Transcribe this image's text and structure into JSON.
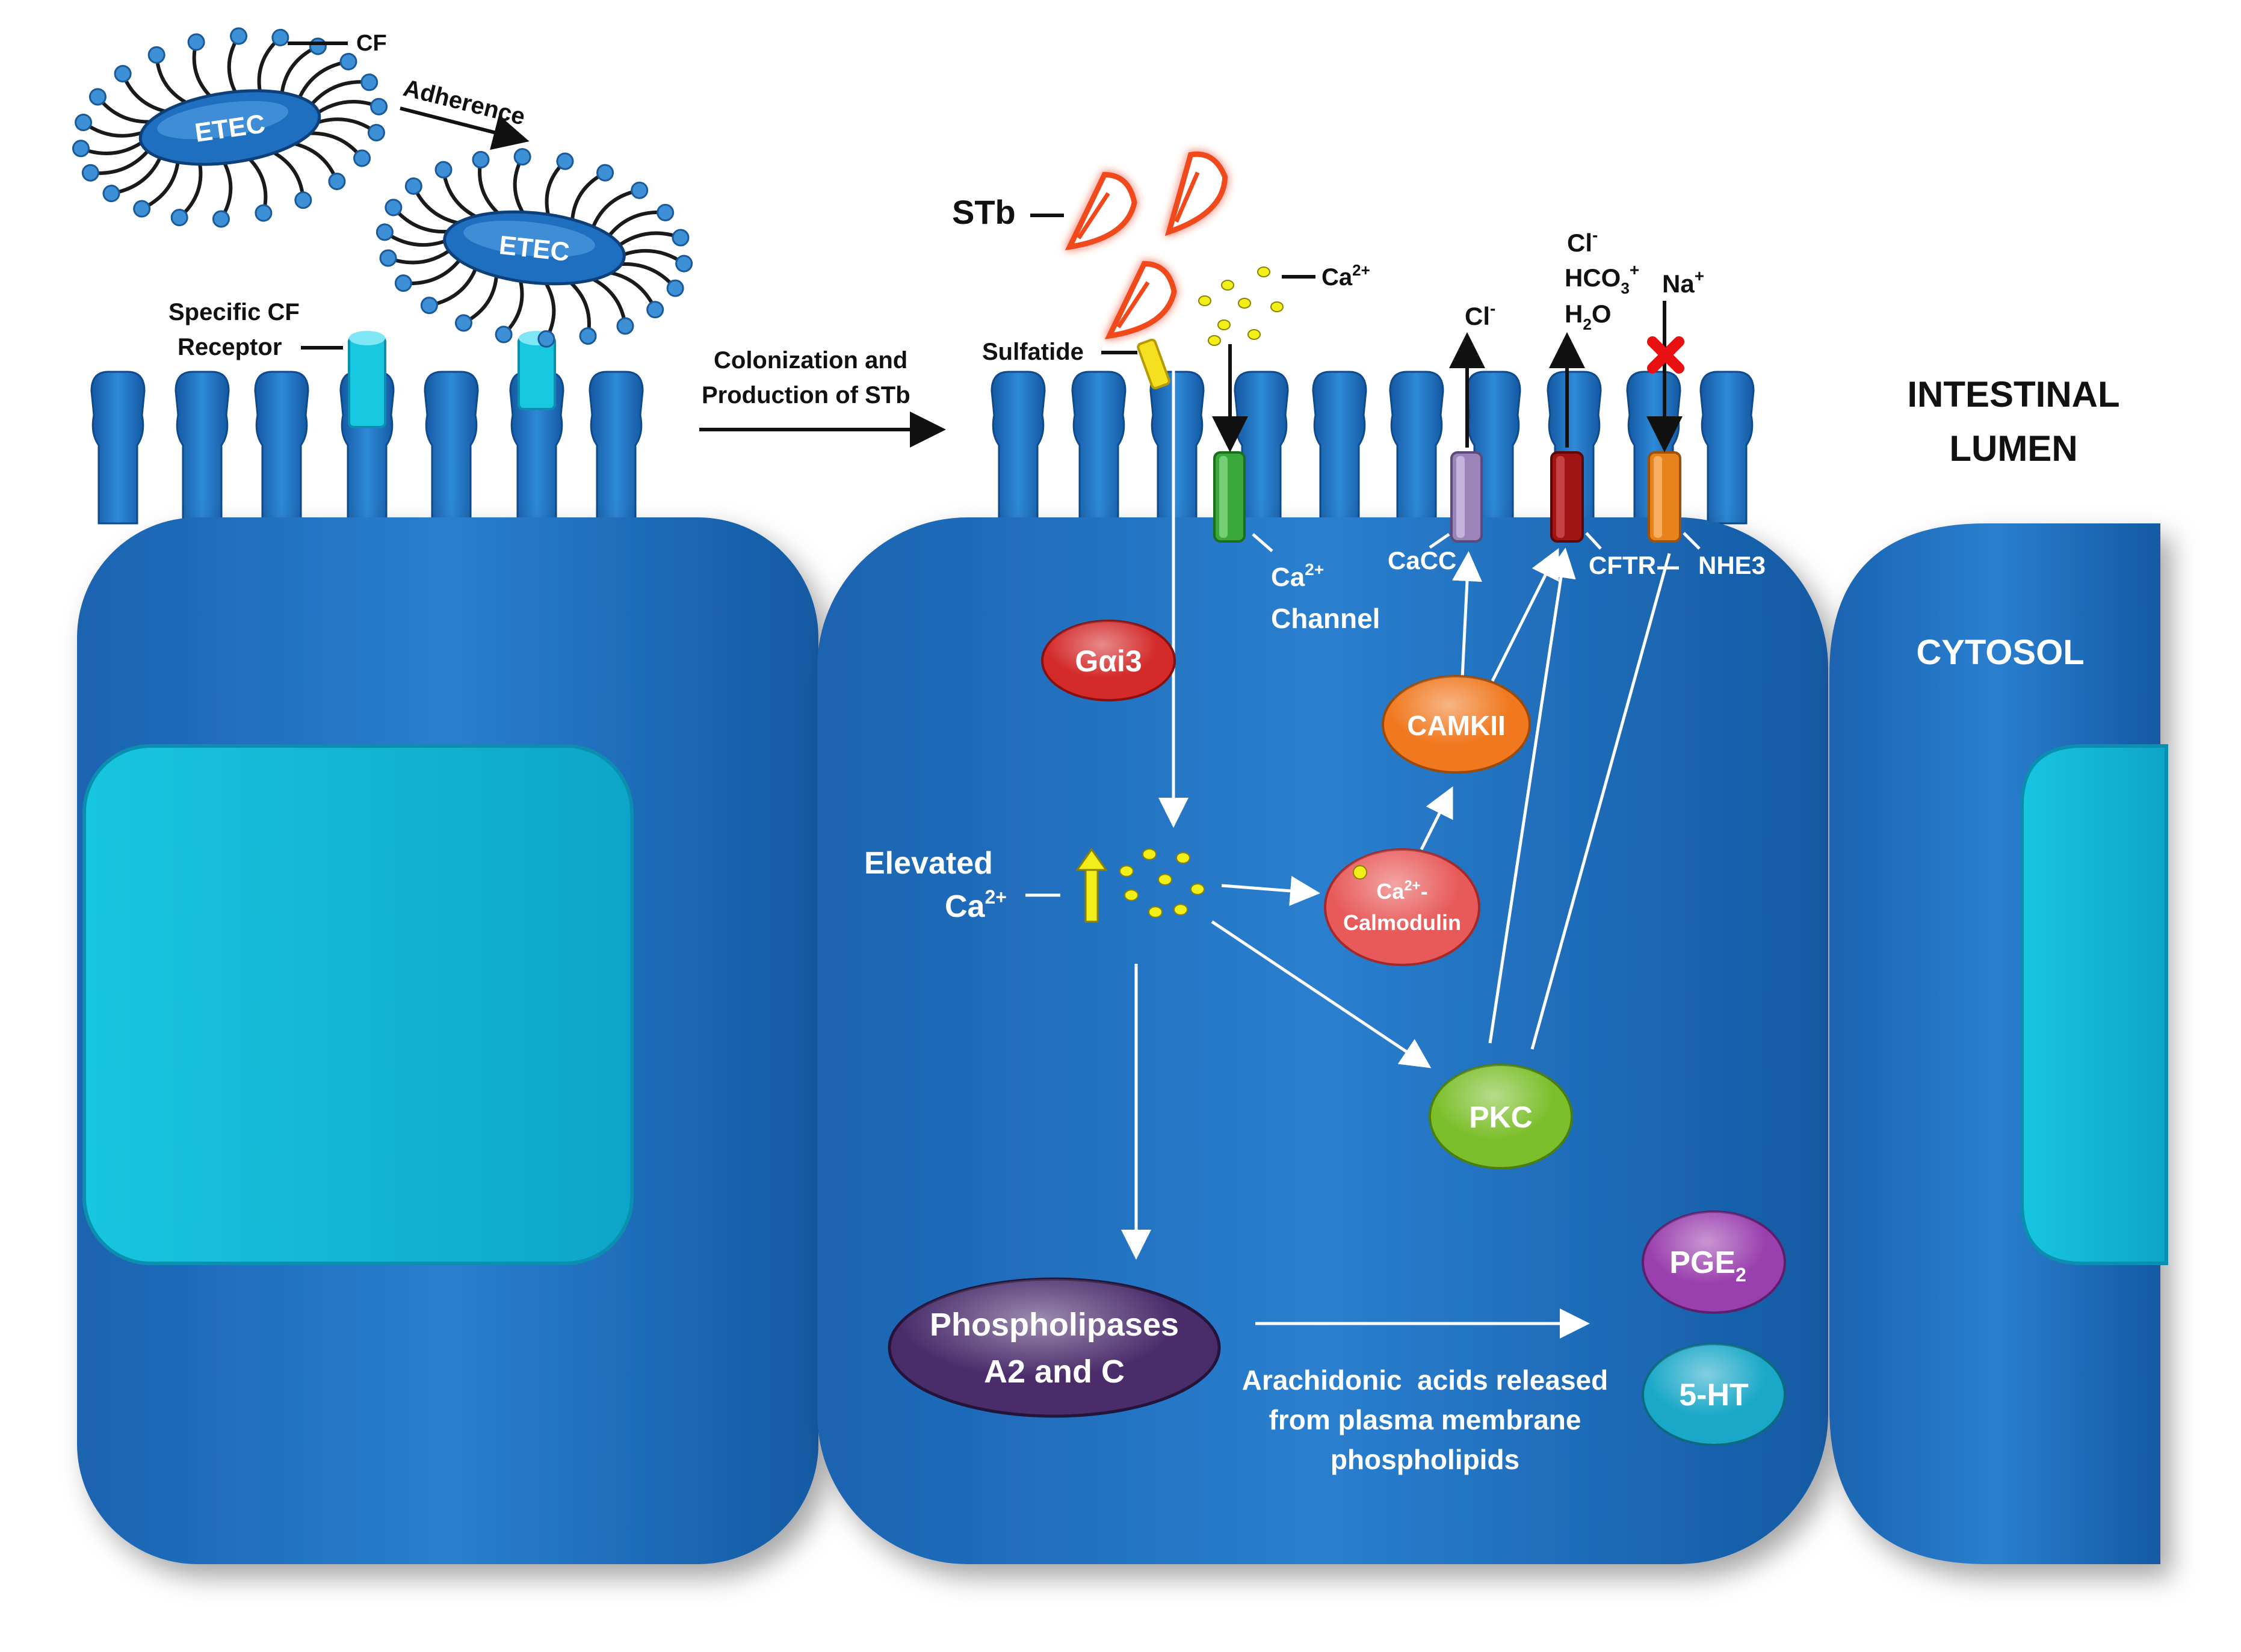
{
  "labels": {
    "cf": "CF",
    "etec": "ETEC",
    "adherence": "Adherence",
    "specific_cf_receptor_line1": "Specific CF",
    "specific_cf_receptor_line2": "Receptor",
    "colonization_line1": "Colonization and",
    "colonization_line2": "Production of STb",
    "stb": "STb",
    "sulfatide": "Sulfatide",
    "ca_ion": "Ca",
    "ca_charge": "2+",
    "cl_ion": "Cl",
    "cl_charge": "-",
    "hco3": "HCO",
    "hco3_sub": "3",
    "hco3_charge": "+",
    "h2o": "H",
    "h2o_sub": "2",
    "h2o_o": "O",
    "na_ion": "Na",
    "na_charge": "+",
    "intestinal_lumen_line1": "INTESTINAL",
    "intestinal_lumen_line2": "LUMEN",
    "cytosol": "CYTOSOL",
    "ca_channel_line2": "Channel",
    "cacc": "CaCC",
    "cftr": "CFTR",
    "nhe3": "NHE3",
    "galphai3": "Gαi3",
    "camkii": "CAMKII",
    "elevated": "Elevated",
    "calmodulin_prefix": "Ca",
    "calmodulin_charge": "2+",
    "calmodulin_dash": "-",
    "calmodulin": "Calmodulin",
    "pkc": "PKC",
    "phospholipases_line1": "Phospholipases",
    "phospholipases_line2": "A2 and C",
    "pge": "PGE",
    "pge_sub": "2",
    "serotonin": "5-HT",
    "arachidonic_line1": "Arachidonic  acids released",
    "arachidonic_line2": "from plasma membrane",
    "arachidonic_line3": "phospholipids"
  },
  "colors": {
    "cell_blue": "#1f6fc0",
    "cell_dark": "#0d4f94",
    "nucleus": "#10b8d6",
    "galphai3": "#d42a2a",
    "camkii": "#f0781e",
    "calmodulin": "#e85a5a",
    "pkc": "#7cbf2c",
    "phospholipases": "#4a2c6b",
    "pge2": "#9a3fae",
    "serotonin": "#1aa8c8",
    "ca_channel": "#3aa83a",
    "cacc": "#9b84b8",
    "cftr": "#a01414",
    "nhe3": "#e8821a",
    "calcium_dot": "#f2ee1a"
  }
}
